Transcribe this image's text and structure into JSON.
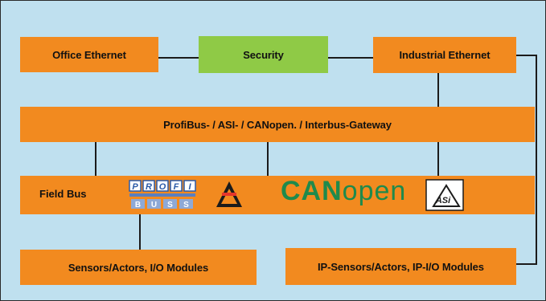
{
  "boxes": {
    "office_ethernet": "Office Ethernet",
    "security": "Security",
    "industrial_ethernet": "Industrial Ethernet",
    "gateway": "ProfiBus- / ASI- / CANopen. / Interbus-Gateway",
    "field_bus": "Field Bus",
    "sensors_actors": "Sensors/Actors, I/O Modules",
    "ip_sensors_actors": "IP-Sensors/Actors, IP-I/O Modules"
  },
  "logos": {
    "profibus": "PROFI BUS",
    "canopen_bold": "CAN",
    "canopen_light": "open",
    "asi": "ASi"
  },
  "colors": {
    "background": "#bfe0ef",
    "box": "#f28a1f",
    "security_box": "#8fca46",
    "canopen": "#1f8a4c",
    "connector": "#1b1b1b"
  }
}
